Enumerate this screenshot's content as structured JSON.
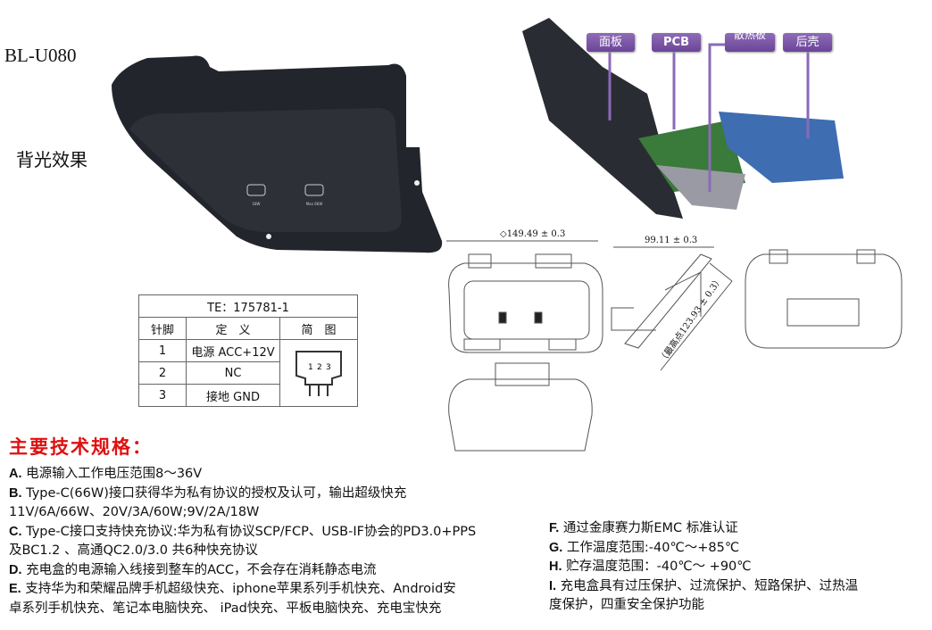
{
  "model": "BL-U080",
  "backlight_label": "背光效果",
  "port_labels": [
    "18W",
    "Max 66W"
  ],
  "exploded_labels": [
    "面板",
    "PCB",
    "散热板",
    "后壳"
  ],
  "dimensions": {
    "width": "◇149.49 ± 0.3",
    "depth": "99.11 ± 0.3",
    "height": "（最高点123.93 ± 0.3）"
  },
  "pin_table": {
    "title": "TE：175781-1",
    "headers": [
      "针脚",
      "定　义",
      "简　图"
    ],
    "rows": [
      {
        "pin": "1",
        "def": "电源 ACC+12V"
      },
      {
        "pin": "2",
        "def": "NC"
      },
      {
        "pin": "3",
        "def": "接地 GND"
      }
    ],
    "diagram_pins": [
      "1",
      "2",
      "3"
    ]
  },
  "specs_title": "主要技术规格：",
  "specs": [
    {
      "k": "A.",
      "t": "电源输入工作电压范围8～36V"
    },
    {
      "k": "B.",
      "t": " Type-C(66W)接口获得华为私有协议的授权及认可，输出超级快充"
    },
    {
      "k": "",
      "t": "11V/6A/66W、20V/3A/60W;9V/2A/18W"
    },
    {
      "k": "C.",
      "t": "Type-C接口支持快充协议:华为私有协议SCP/FCP、USB-IF协会的PD3.0+PPS"
    },
    {
      "k": "",
      "t": "及BC1.2 、高通QC2.0/3.0 共6种快充协议"
    },
    {
      "k": "D.",
      "t": "充电盒的电源输入线接到整车的ACC，不会存在消耗静态电流"
    },
    {
      "k": "E.",
      "t": "支持华为和荣耀品牌手机超级快充、iphone苹果系列手机快充、Android安"
    },
    {
      "k": "",
      "t": "卓系列手机快充、笔记本电脑快充、 iPad快充、平板电脑快充、充电宝快充"
    }
  ],
  "specs2": [
    {
      "k": "F.",
      "t": "通过金康赛力斯EMC 标准认证"
    },
    {
      "k": "G.",
      "t": "工作温度范围:-40℃～+85℃"
    },
    {
      "k": "H.",
      "t": " 贮存温度范围：-40℃～ +90℃"
    },
    {
      "k": "I.",
      "t": "充电盒具有过压保护、过流保护、短路保护、过热温"
    },
    {
      "k": "",
      "t": "度保护，四重安全保护功能"
    }
  ],
  "colors": {
    "red": "#e01010",
    "purple": "#7a55a8",
    "blue": "#3a64a8"
  }
}
